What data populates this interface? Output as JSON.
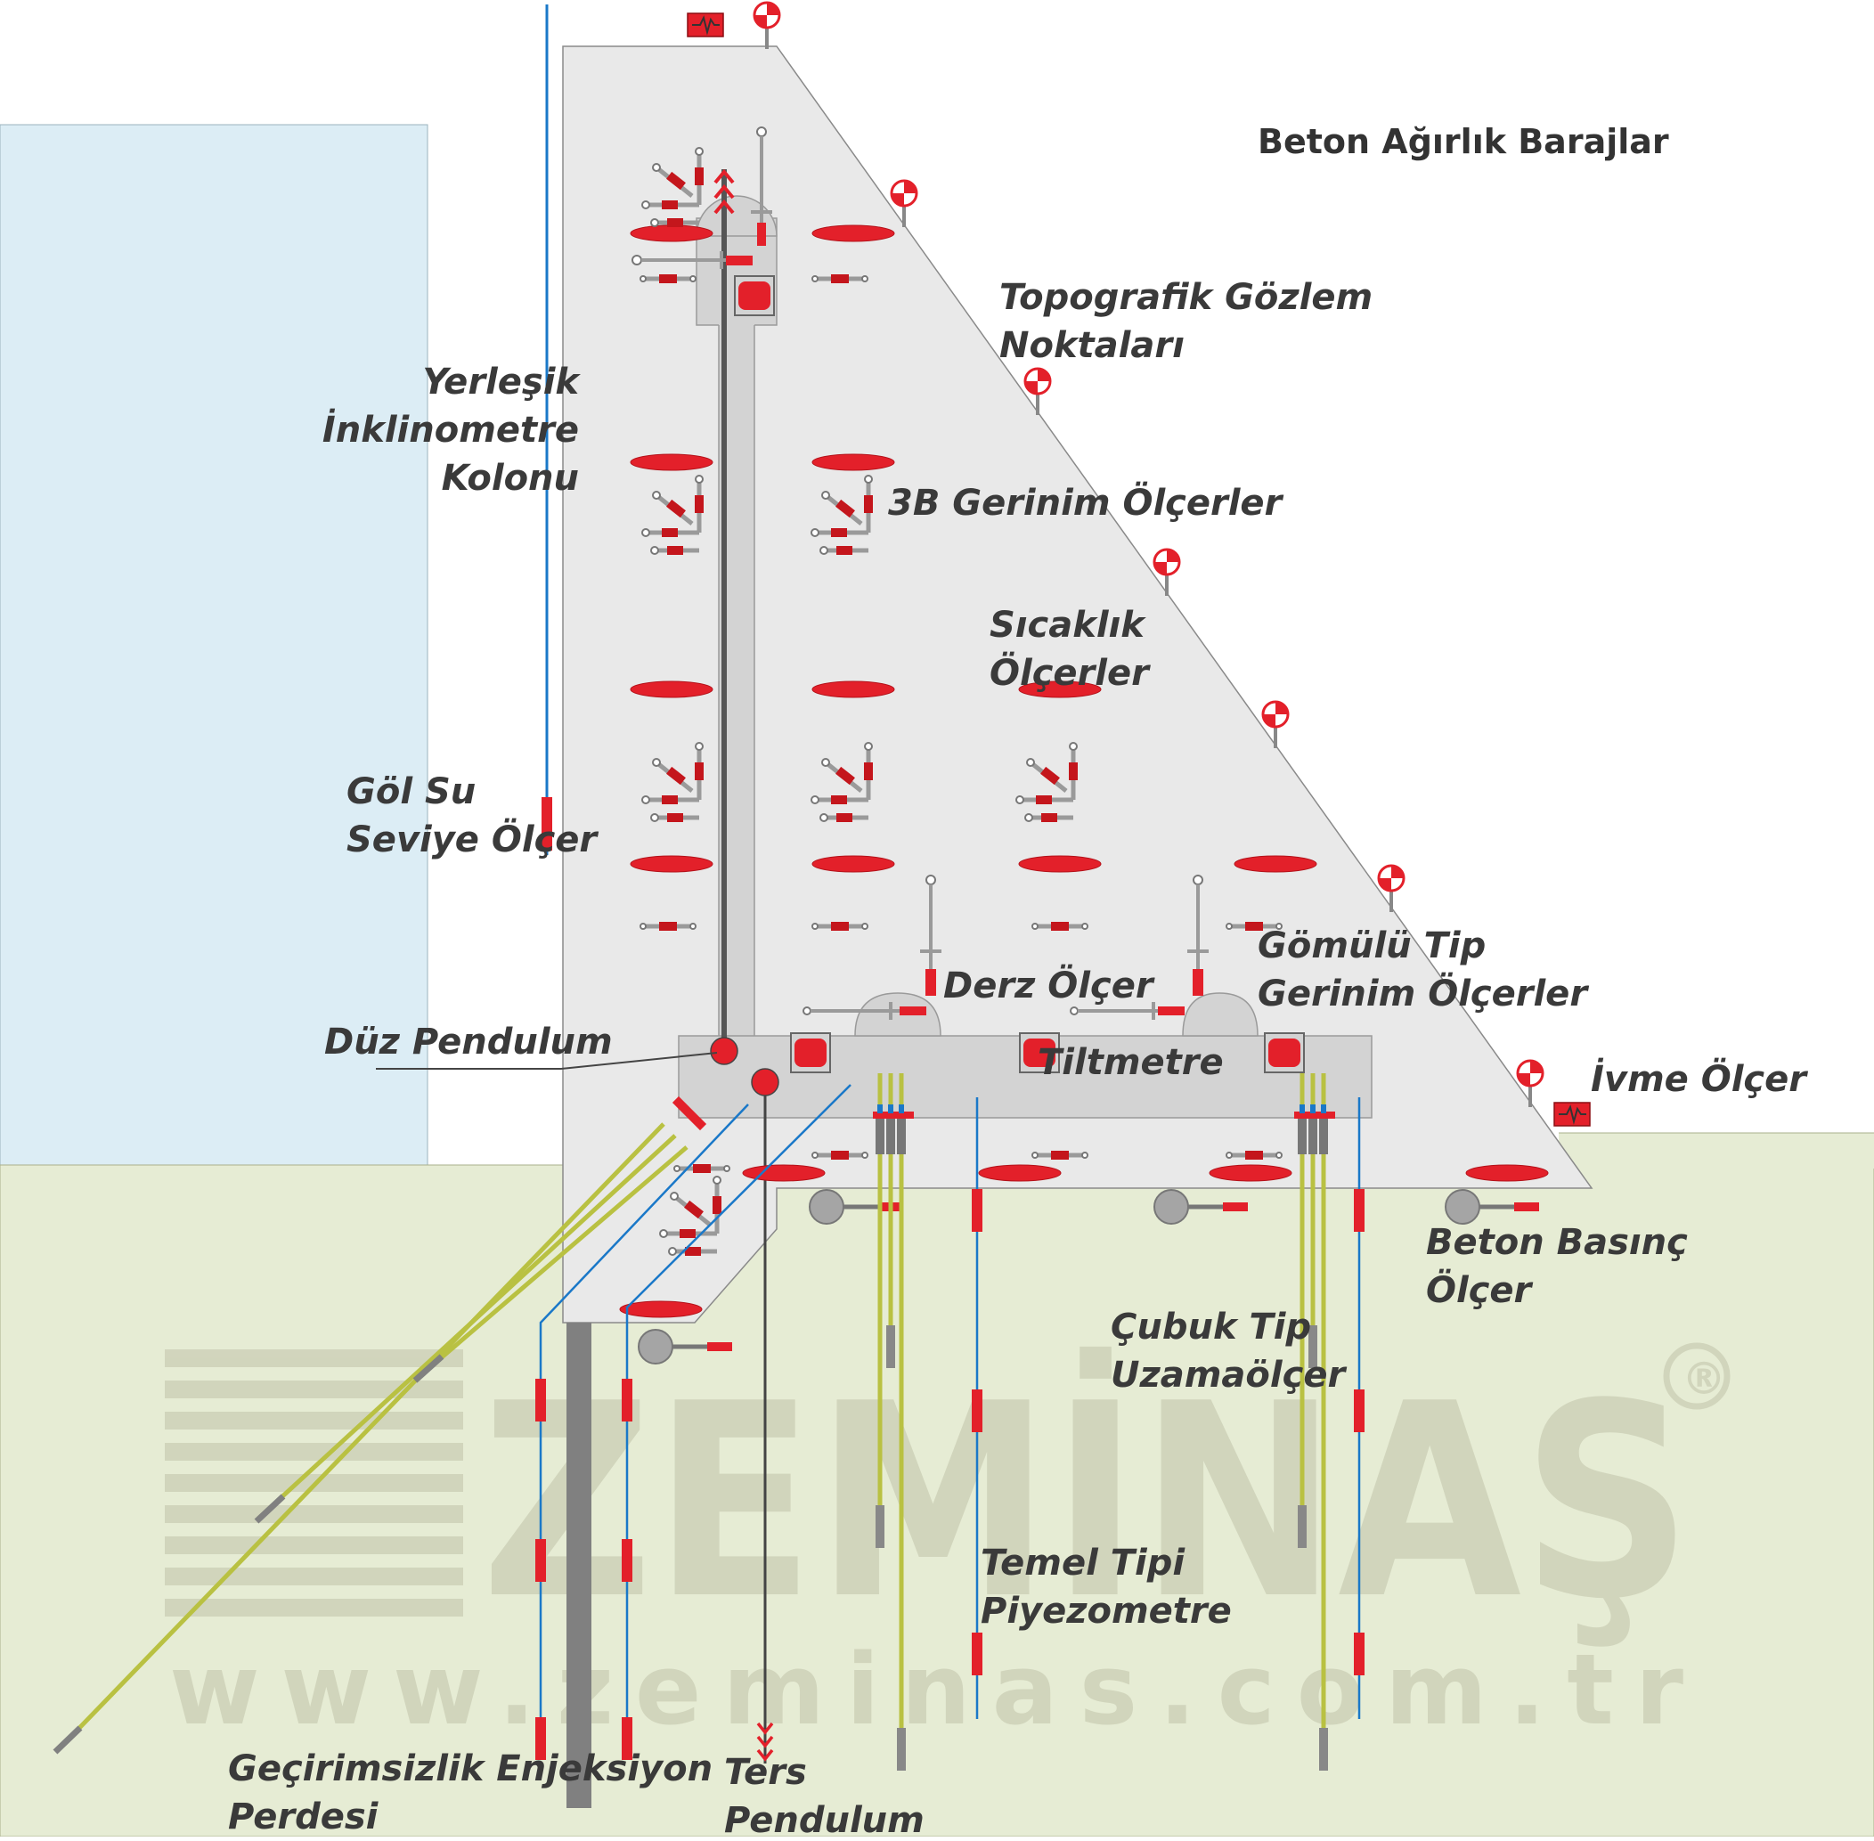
{
  "title": "Beton Ağırlık Barajlar",
  "watermark": {
    "brand": "ZEMİNAŞ",
    "url": "www.zeminas.com.tr",
    "registered": "®"
  },
  "colors": {
    "water": "#dcedf5",
    "ground": "#e6ecd4",
    "concrete": "#e9e9e9",
    "gallery": "#d3d3d3",
    "instrument": "#e3202a",
    "cable": "#1a78c8",
    "rod": "#b9c142"
  },
  "labels": {
    "topo_line1": "Topografik Gözlem",
    "topo_line2": "Noktaları",
    "incl_line1": "Yerleşik",
    "incl_line2": "İnklinometre",
    "incl_line3": "Kolonu",
    "strain3d": "3B Gerinim Ölçerler",
    "temp_line1": "Sıcaklık",
    "temp_line2": "Ölçerler",
    "lake_line1": "Göl Su",
    "lake_line2": "Seviye Ölçer",
    "joint": "Derz Ölçer",
    "embedded_line1": "Gömülü Tip",
    "embedded_line2": "Gerinim Ölçerler",
    "pendulum": "Düz Pendulum",
    "tiltmeter": "Tiltmetre",
    "accel": "İvme Ölçer",
    "pressure_line1": "Beton Basınç",
    "pressure_line2": "Ölçer",
    "rod_line1": "Çubuk Tip",
    "rod_line2": "Uzamaölçer",
    "piezo_line1": "Temel Tipi",
    "piezo_line2": "Piyezometre",
    "curtain_line1": "Geçirimsizlik Enjeksiyon",
    "curtain_line2": "Perdesi",
    "inverted_line1": "Ters",
    "inverted_line2": "Pendulum"
  }
}
